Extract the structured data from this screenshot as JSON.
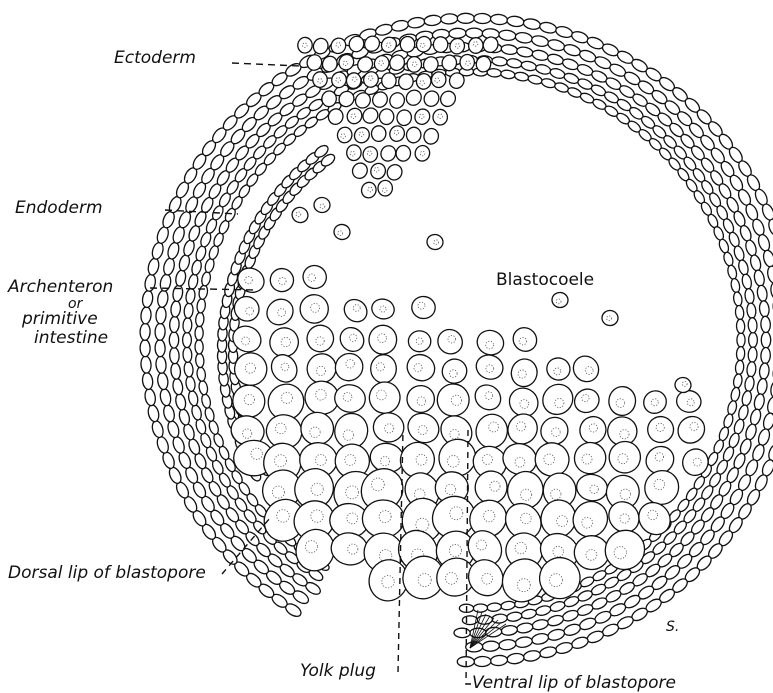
{
  "labels": {
    "ectoderm": "Ectoderm",
    "endoderm": "Endoderm",
    "archenteron_1": "Archenteron",
    "archenteron_2": "or",
    "archenteron_3": "primitive",
    "archenteron_4": "intestine",
    "blastocoele": "Blastocoele",
    "dorsal_lip": "Dorsal lip of blastopore",
    "yolk_plug": "Yolk plug",
    "ventral_lip": "Ventral lip of blastopore",
    "artist_mark": "S."
  },
  "colors": {
    "ink": "#111111",
    "stipple": "#555555",
    "background": "#ffffff"
  }
}
